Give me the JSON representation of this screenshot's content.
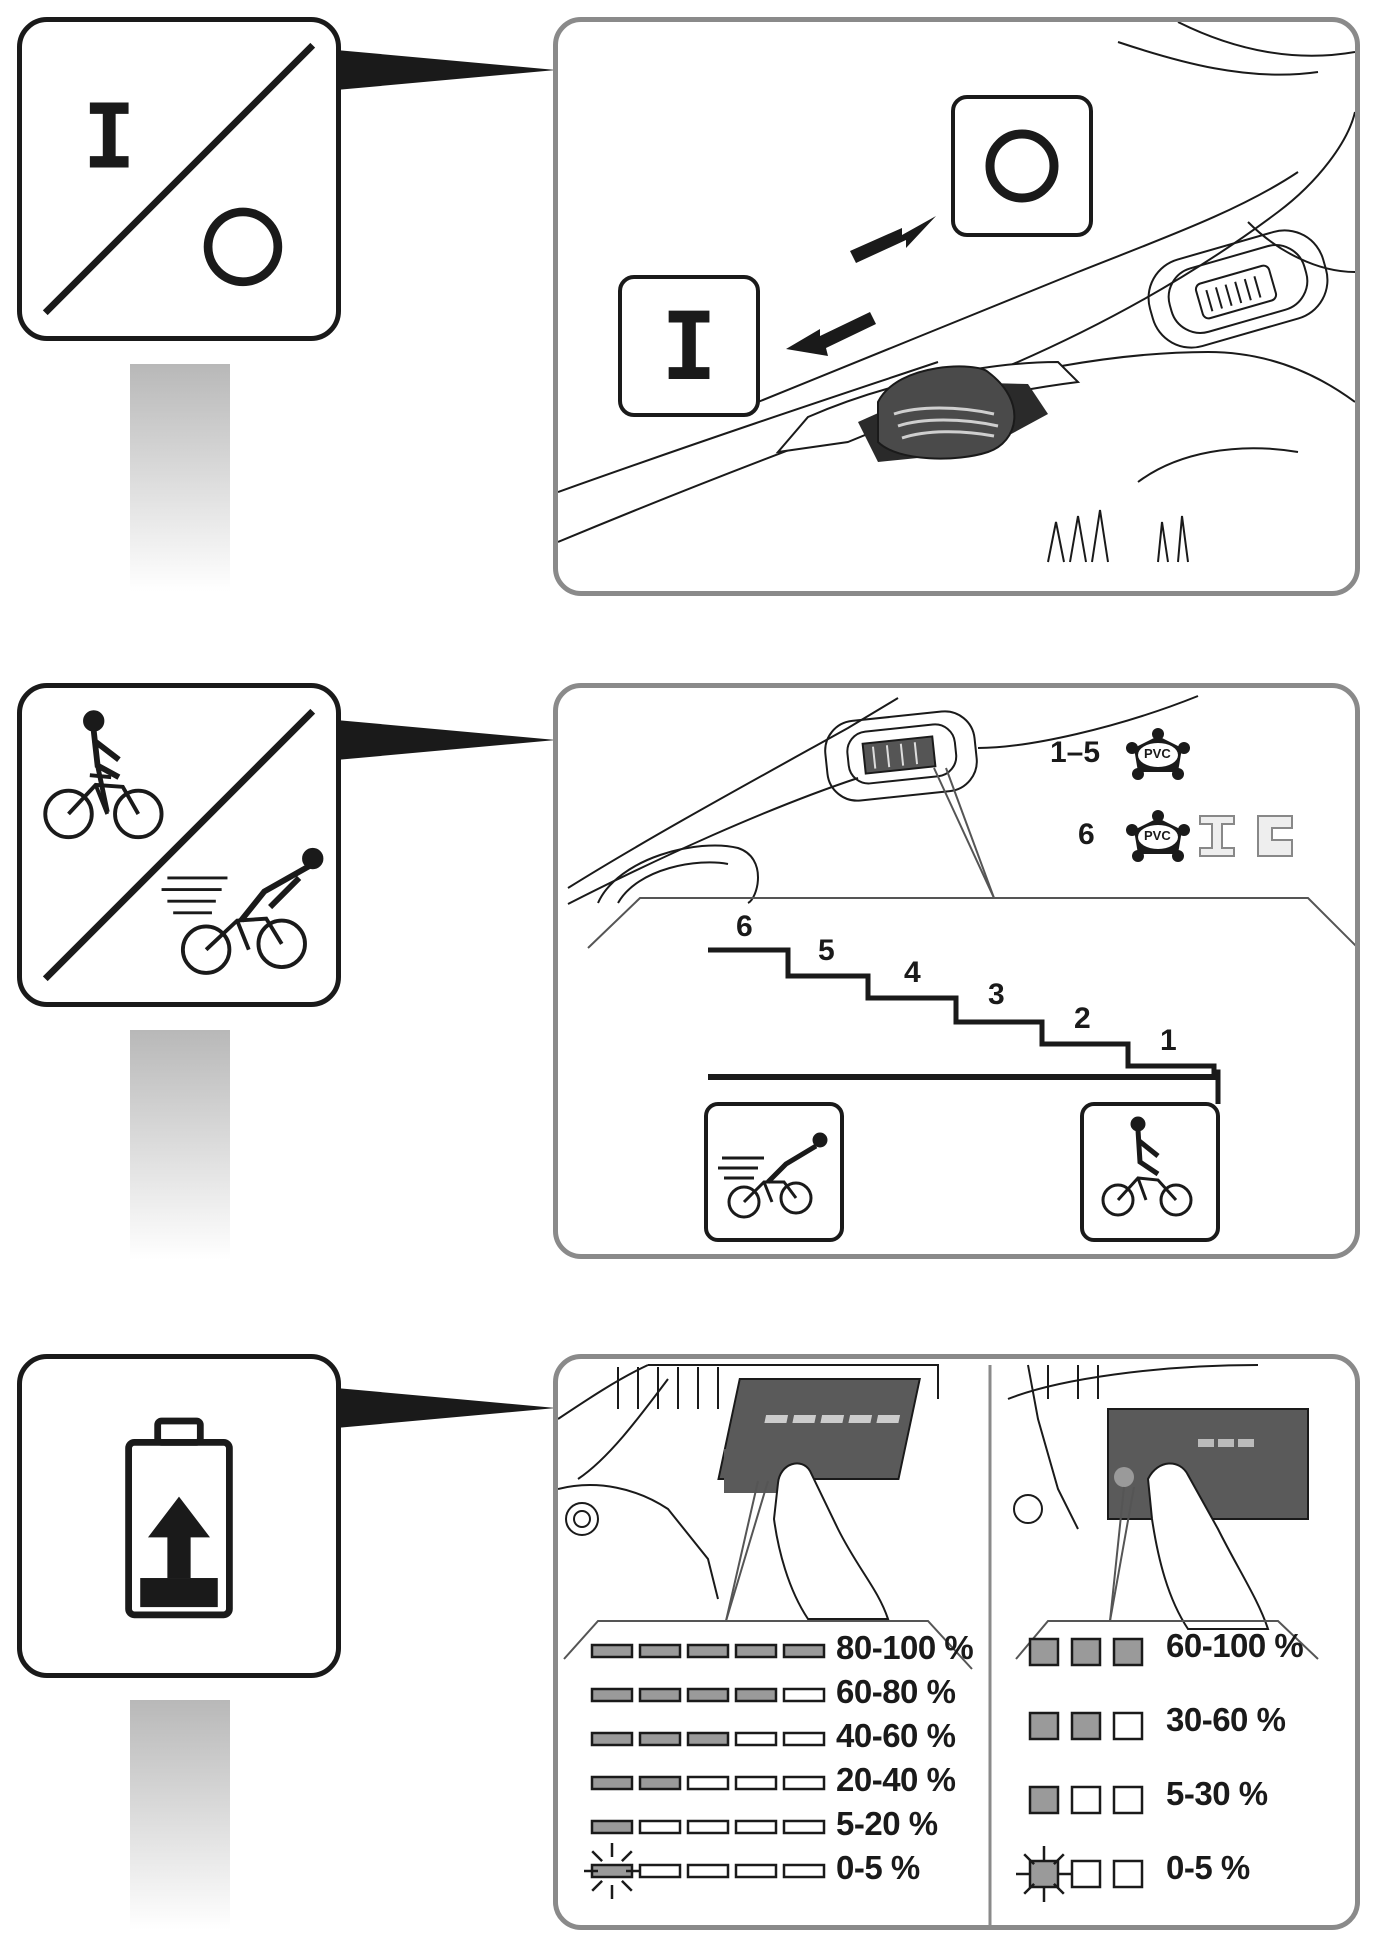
{
  "switch_symbol": {
    "on": "I",
    "off": "O"
  },
  "switch_panel": {
    "on_label": "I",
    "off_label": "O"
  },
  "speed_panel": {
    "steps": [
      "6",
      "5",
      "4",
      "3",
      "2",
      "1"
    ],
    "materials": [
      {
        "range": "1–5",
        "icon": "pvc-icon",
        "badge": "PVC"
      },
      {
        "range": "6",
        "icon": "pvc-icon",
        "badge": "PVC"
      }
    ]
  },
  "battery_panel": {
    "five_led": [
      "80-100 %",
      "60-80 %",
      "40-60 %",
      "20-40 %",
      "5-20 %",
      "0-5 %"
    ],
    "five_led_lit": [
      5,
      4,
      3,
      2,
      1,
      1
    ],
    "three_led": [
      "60-100 %",
      "30-60 %",
      "5-30 %",
      "0-5 %"
    ],
    "three_led_lit": [
      3,
      2,
      1,
      1
    ],
    "blink_row": "last",
    "colors": {
      "led_lit": "#9a9a9a",
      "led_off": "#ffffff",
      "panel_border": "#8a8a8a"
    }
  }
}
